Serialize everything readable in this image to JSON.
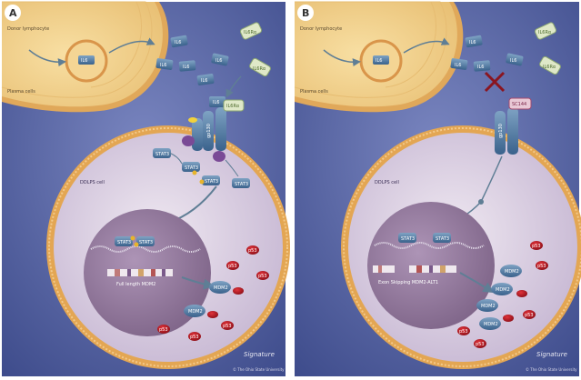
{
  "panels": [
    {
      "letter": "A",
      "label_donor_lymphocyte": "Donor lymphocyte",
      "label_plasma_cell": "Plasma cells",
      "label_dclps_cell": "DDLPS cell",
      "label_il6": "IL6",
      "label_il6r": "IL6Rα",
      "label_gp130": "gp130",
      "label_stat3": "STAT3",
      "label_mdm2_transcript": "Full length MDM2",
      "label_mdm2": "MDM2",
      "label_p53": "p53"
    },
    {
      "letter": "B",
      "label_donor_lymphocyte": "Donor lymphocyte",
      "label_plasma_cell": "Plasma cells",
      "label_dclps_cell": "DDLPS cell",
      "label_il6": "IL6",
      "label_il6r": "IL6Rα",
      "label_gp130": "gp130",
      "label_stat3": "STAT3",
      "label_blocker": "SC144",
      "label_mdm2_transcript": "Exon Skipping MDM2-ALT1",
      "label_mdm2": "MDM2",
      "label_p53": "p53"
    }
  ],
  "signature": "Signature",
  "copyright": "© The Ohio State University",
  "colors": {
    "background": "#4a5a9a",
    "cell_border": "#e3a653",
    "cytoplasm": "#d9cfe3",
    "nucleus": "#8c7396",
    "lymphocyte": "#f2d08e",
    "receptor": "#3e6c8e",
    "p53": "#b81822",
    "mdm2": "#3d6b98"
  }
}
